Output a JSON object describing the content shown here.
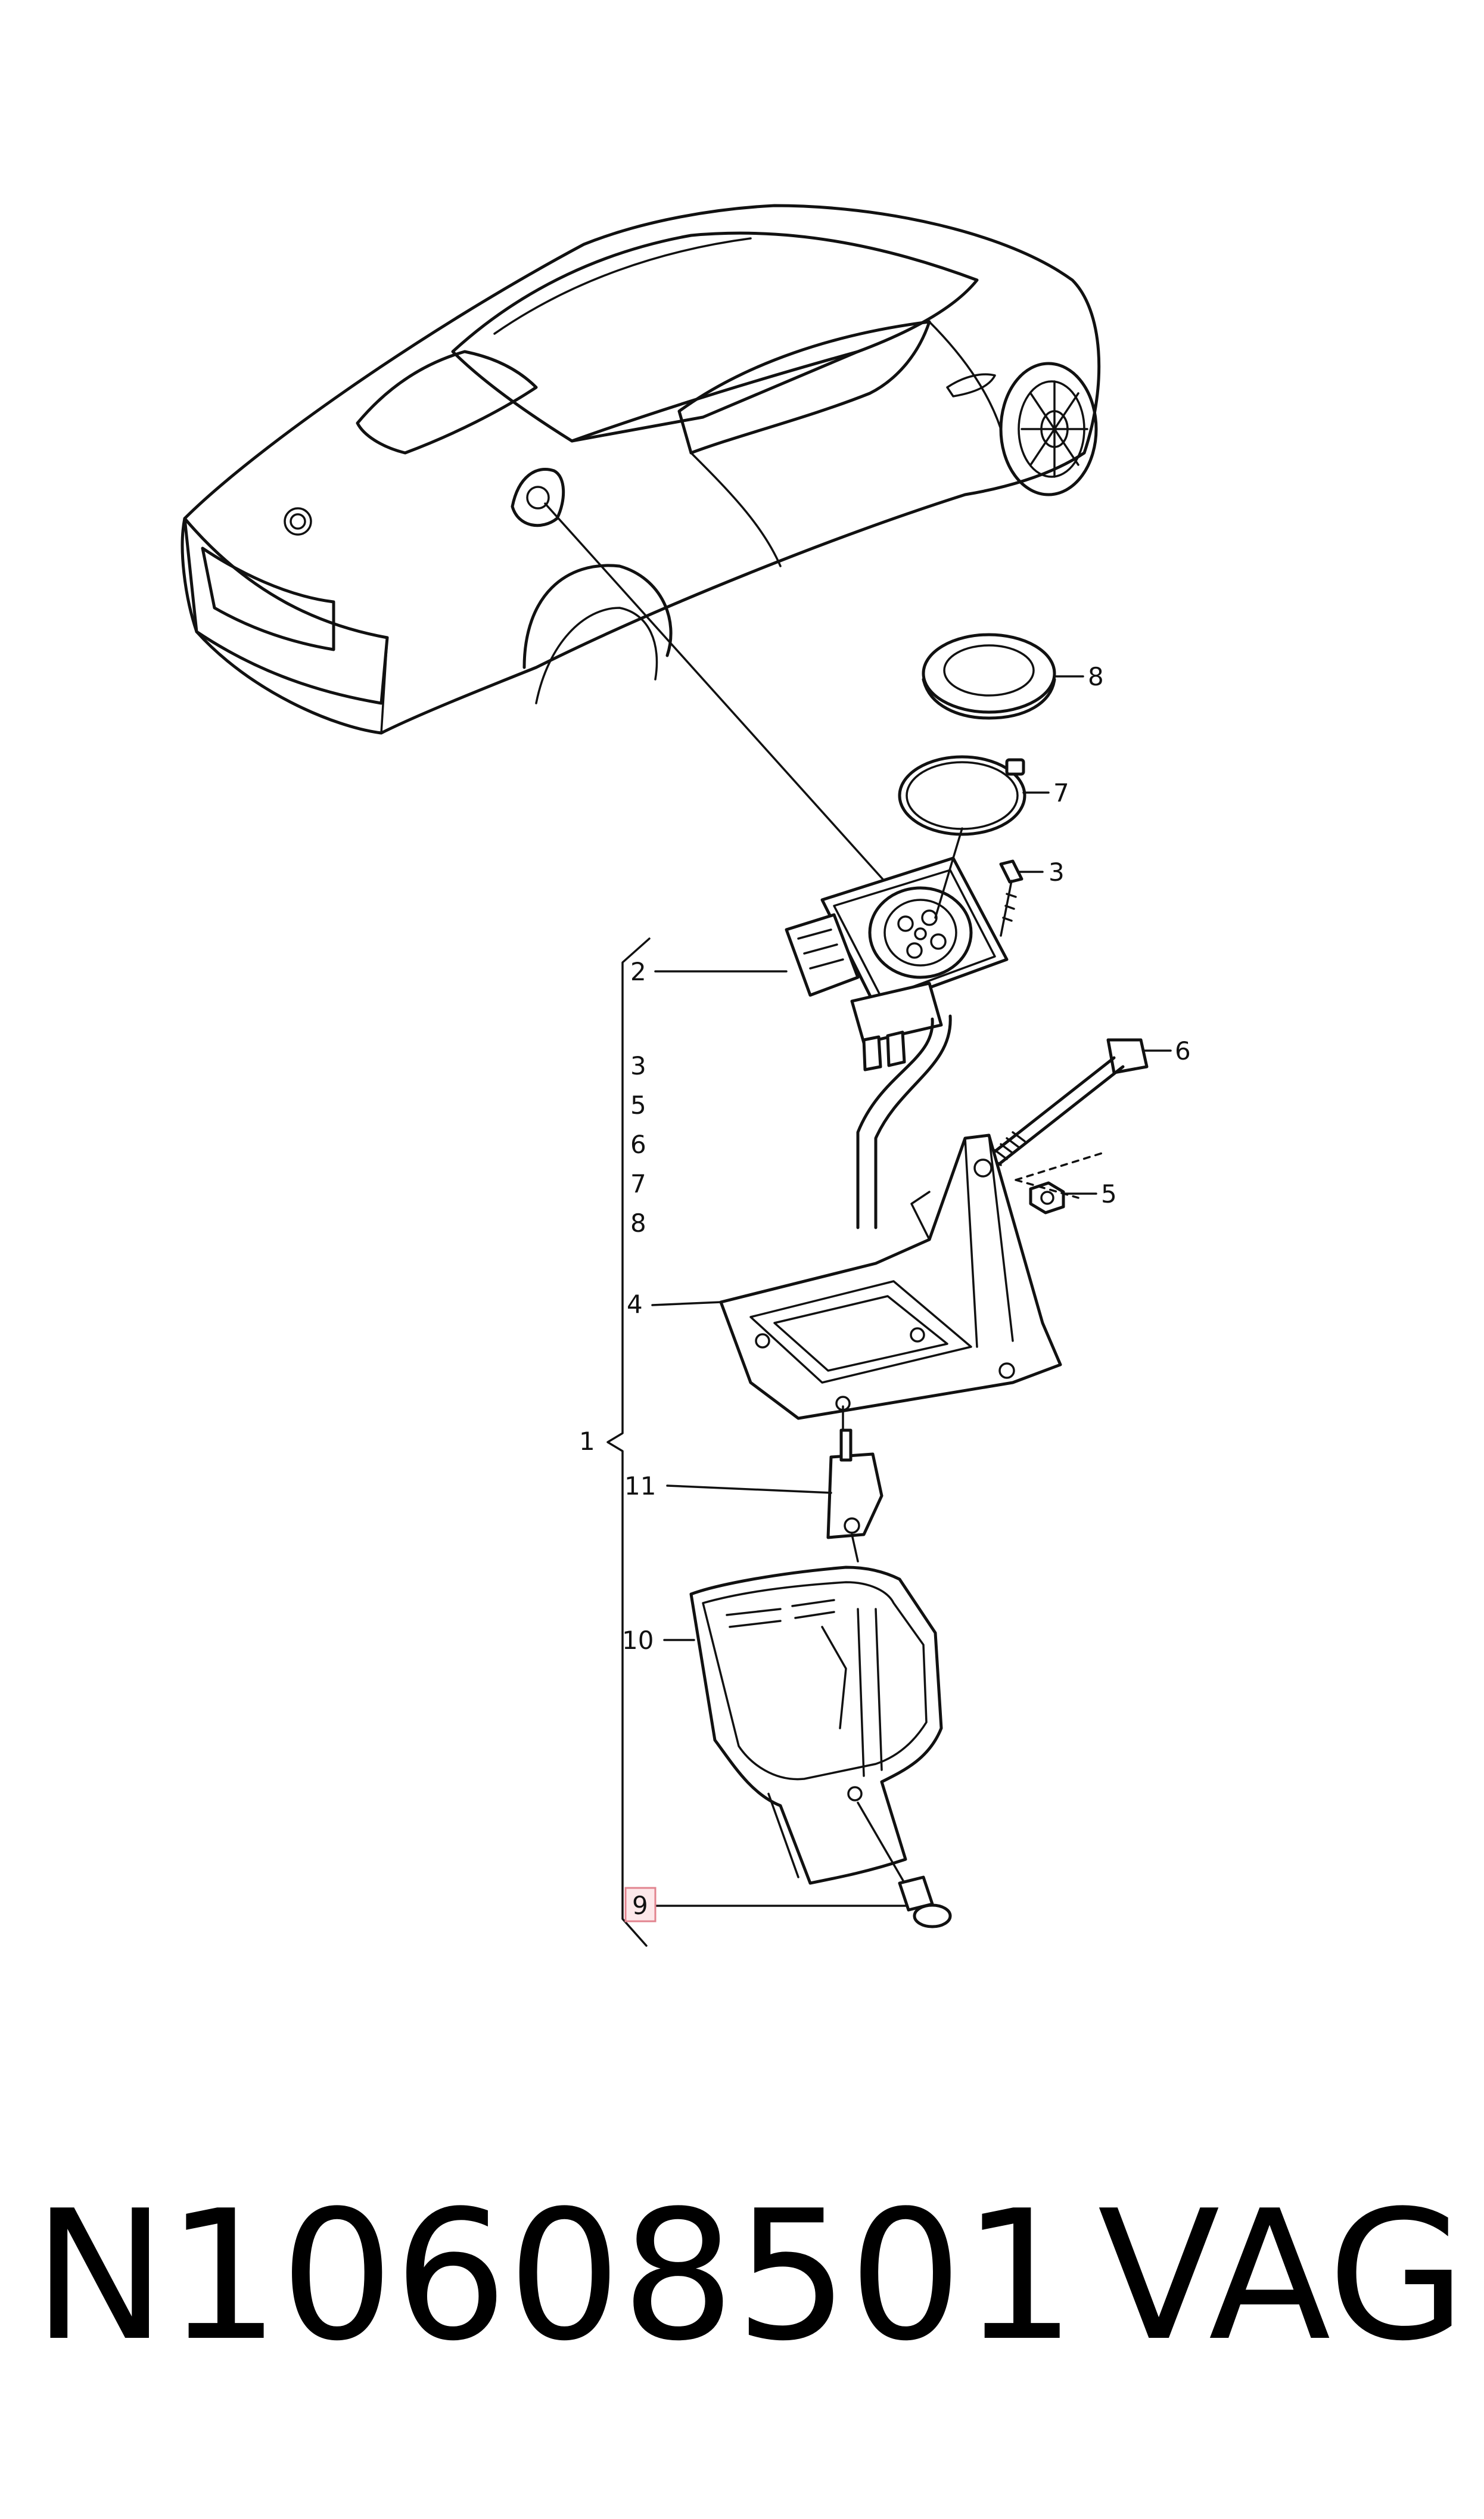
{
  "callouts": {
    "c1": "1",
    "c2": "2",
    "c3": "3",
    "c4": "4",
    "c5": "5",
    "c6": "6",
    "c7": "7",
    "c8": "8",
    "c9": "9",
    "c10": "10",
    "c11": "11",
    "group": [
      "3",
      "5",
      "6",
      "7",
      "8"
    ]
  },
  "highlighted_callout": "9",
  "footer": {
    "part_number": "N10608501",
    "brand": "VAG"
  }
}
